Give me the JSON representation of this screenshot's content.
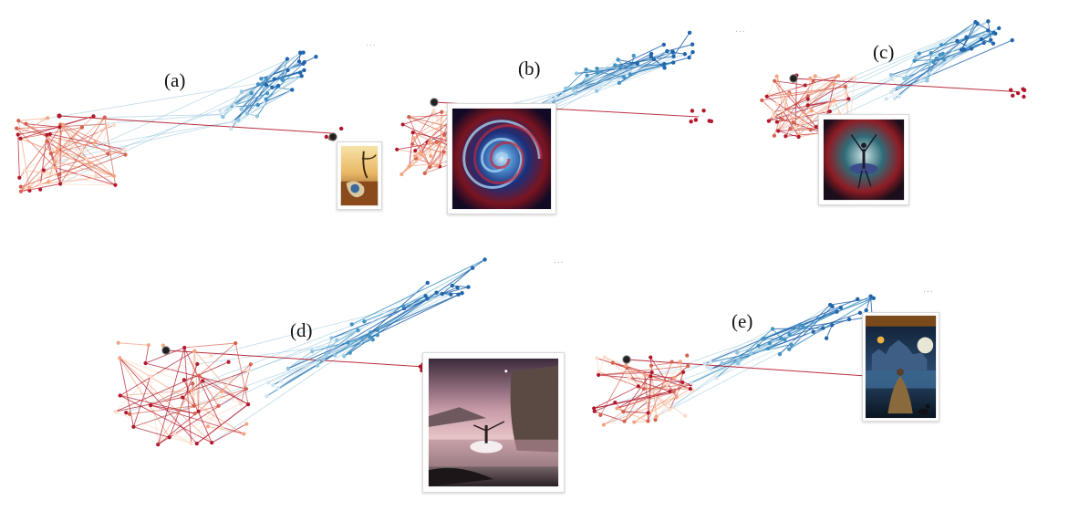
{
  "panels": [
    {
      "id": "a",
      "label": "(a)",
      "menu": "...",
      "image": "melting-clock-surreal-thumbnail"
    },
    {
      "id": "b",
      "label": "(b)",
      "menu": "...",
      "image": "cosmic-swirl-thumbnail"
    },
    {
      "id": "c",
      "label": "(c)",
      "menu": "",
      "image": "ballerina-nebula-thumbnail"
    },
    {
      "id": "d",
      "label": "(d)",
      "menu": "...",
      "image": "ballerina-lake-cliffs-thumbnail"
    },
    {
      "id": "e",
      "label": "(e)",
      "menu": "...",
      "image": "moonlit-palace-lady-thumbnail"
    }
  ],
  "colors": {
    "red_cluster": [
      "#b2182b",
      "#d6604d",
      "#f4a582",
      "#fddbc7"
    ],
    "blue_cluster": [
      "#2166ac",
      "#4393c3",
      "#92c5de",
      "#d1e5f0"
    ],
    "highlight_edge": "#b2182b",
    "selected_node": "#222222"
  }
}
